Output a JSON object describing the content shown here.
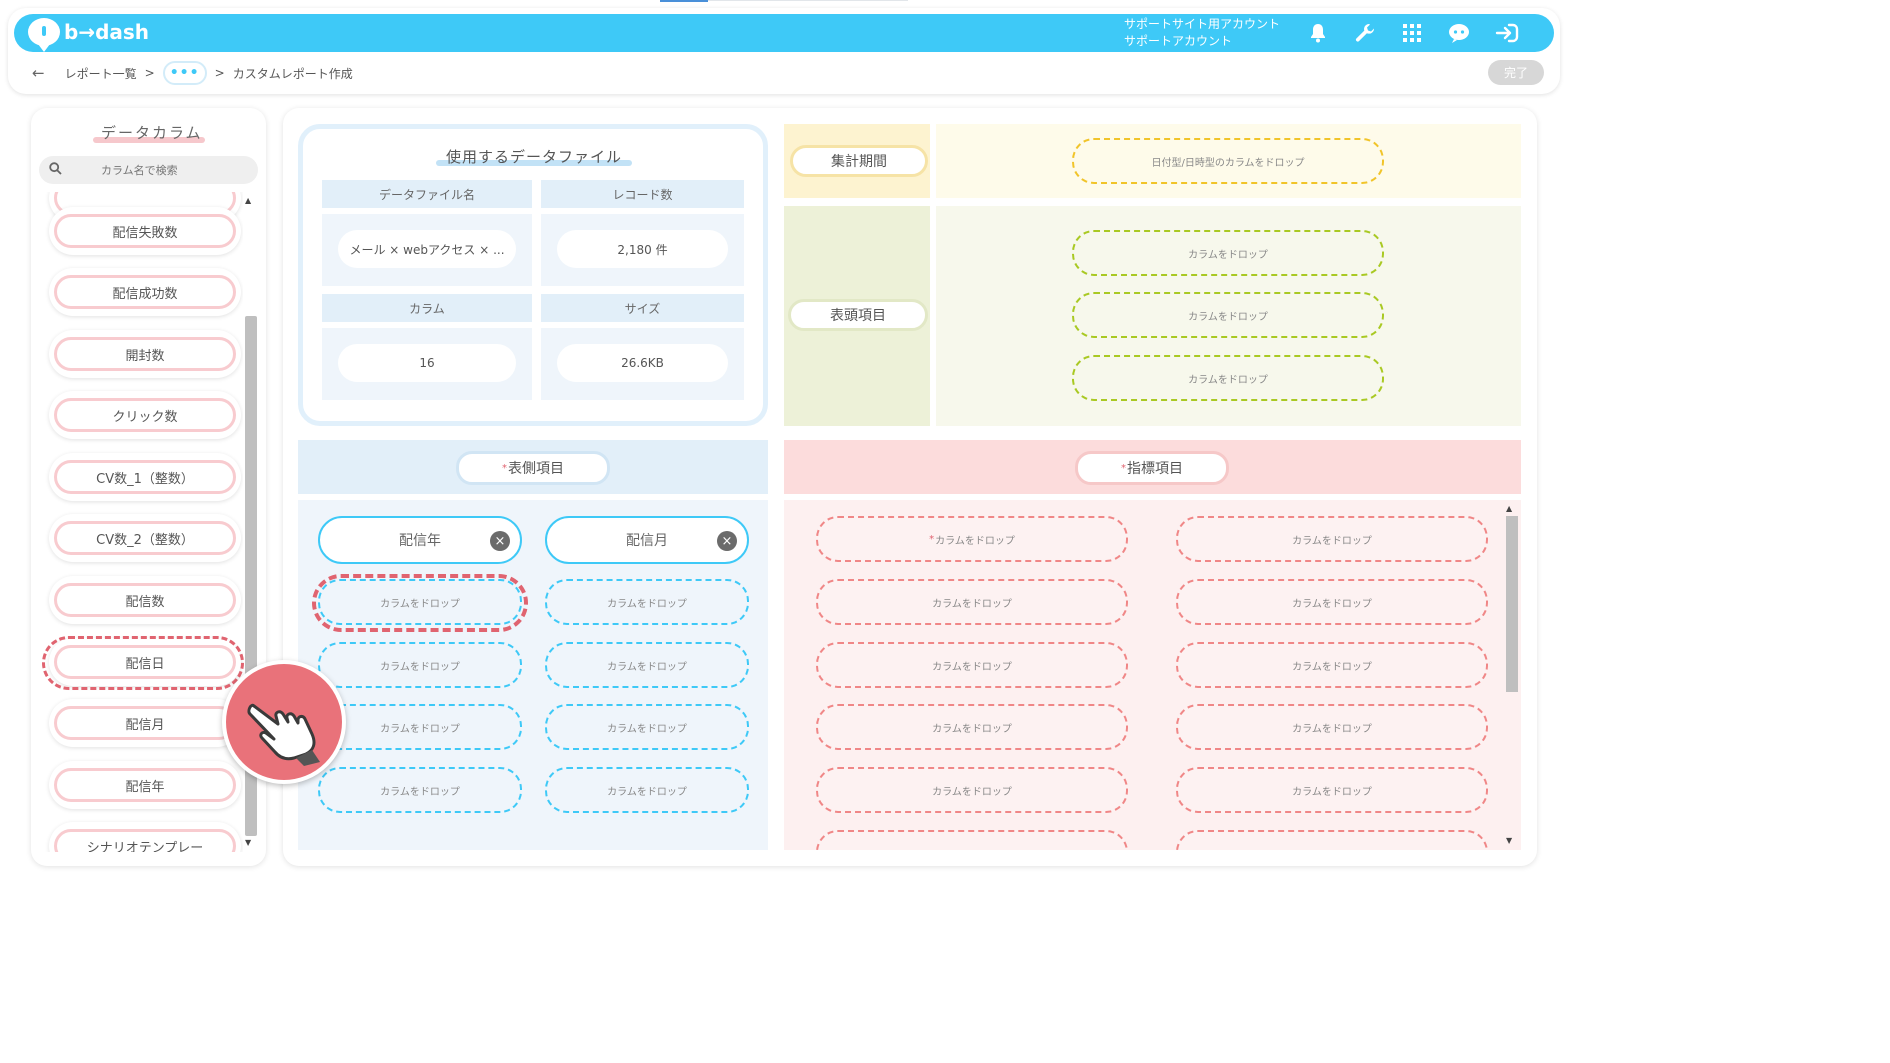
{
  "app": {
    "logo_text": "b→dash"
  },
  "header": {
    "account_line1": "サポートサイト用アカウント",
    "account_line2": "サポートアカウント",
    "icons": [
      "bell-icon",
      "wrench-icon",
      "grid-icon",
      "chat-bot-icon",
      "logout-icon"
    ]
  },
  "breadcrumb": {
    "back": "←",
    "item1": "レポート一覧",
    "sep": ">",
    "more": "•••",
    "current": "カスタムレポート作成"
  },
  "done_button": "完了",
  "left_panel": {
    "title": "データカラム",
    "search_placeholder": "カラム名で検索",
    "columns": [
      "配信失敗数",
      "配信成功数",
      "開封数",
      "クリック数",
      "CV数_1（整数）",
      "CV数_2（整数）",
      "配信数",
      "配信日",
      "配信月",
      "配信年",
      "シナリオテンプレー"
    ]
  },
  "data_file": {
    "title": "使用するデータファイル",
    "name_label": "データファイル名",
    "name_value": "メール × webアクセス × ...",
    "records_label": "レコード数",
    "records_value": "2,180 件",
    "columns_label": "カラム",
    "columns_value": "16",
    "size_label": "サイズ",
    "size_value": "26.6KB"
  },
  "period": {
    "label": "集計期間",
    "drop_text": "日付型/日時型のカラムをドロップ"
  },
  "table_header": {
    "label": "表頭項目",
    "drops": [
      "カラムをドロップ",
      "カラムをドロップ",
      "カラムをドロップ"
    ]
  },
  "row_items": {
    "required_mark": "*",
    "label": "表側項目",
    "selected": [
      "配信年",
      "配信月"
    ],
    "drop_text": "カラムをドロップ",
    "remove_glyph": "×"
  },
  "metrics": {
    "required_mark": "*",
    "label": "指標項目",
    "drop_text": "カラムをドロップ"
  },
  "colors": {
    "brand": "#3ec9f7",
    "pink": "#f8cbcf",
    "highlight": "#e06470",
    "period_bg": "#fdf3d0",
    "header_green": "#a9c923"
  }
}
